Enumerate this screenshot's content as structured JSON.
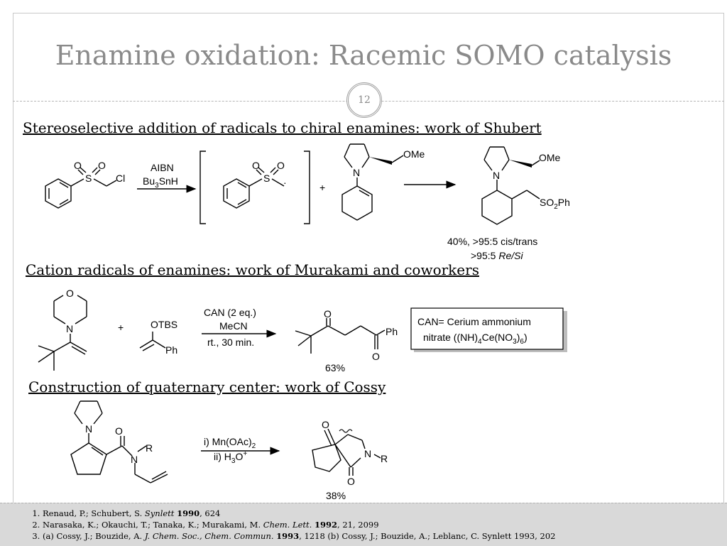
{
  "slide": {
    "title": "Enamine oxidation: Racemic SOMO catalysis",
    "number": "12"
  },
  "sections": {
    "s1": "Stereoselective addition of radicals to chiral enamines: work  of Shubert",
    "s2": "Cation radicals of enamines: work of Murakami and coworkers",
    "s3": "Construction of quaternary center: work of Cossy"
  },
  "scheme1": {
    "reagent1": "AIBN",
    "reagent2": "Bu3SnH",
    "atoms": {
      "o": "O",
      "s": "S",
      "cl": "Cl",
      "n": "N",
      "ome": "OMe",
      "so2ph": "SO2Ph"
    },
    "plus": "+",
    "yield": "40%, >95:5 cis/trans",
    "selectivity_prefix": ">95:5 ",
    "selectivity_italic": "Re/Si"
  },
  "scheme2": {
    "plus": "+",
    "otbs": "OTBS",
    "ph": "Ph",
    "o": "O",
    "n": "N",
    "cond1": "CAN (2 eq.)",
    "cond2": "MeCN",
    "cond3": "rt., 30 min.",
    "yield": "63%",
    "box_line1": "CAN= Cerium ammonium",
    "box_line2": "nitrate ((NH)4Ce(NO3)6)"
  },
  "scheme3": {
    "o": "O",
    "n": "N",
    "r": "R",
    "cond1": "i) Mn(OAc)2",
    "cond2": "ii) H3O+",
    "yield": "38%"
  },
  "references": [
    {
      "pre": "Renaud, P.; Schubert, S. ",
      "journal": "Synlett",
      "year": "1990",
      "post": ", 624"
    },
    {
      "pre": "Narasaka, K.; Okauchi, T.; Tanaka, K.; Murakami, M. ",
      "journal": "Chem. Lett.",
      "year": "1992",
      "post": ", 21, 2099"
    },
    {
      "pre": "(a) Cossy, J.; Bouzide, A. ",
      "journal": "J. Chem. Soc., Chem. Commun.",
      "year": "1993",
      "post": ", 1218 (b) Cossy, J.; Bouzide, A.; Leblanc, C. Synlett 1993, 202"
    }
  ]
}
